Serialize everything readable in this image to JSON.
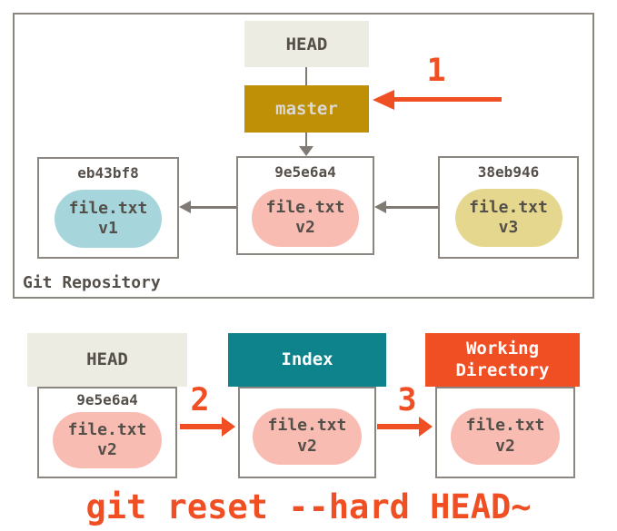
{
  "repository": {
    "label": "Git Repository",
    "head": "HEAD",
    "branch": "master",
    "step1": "1",
    "commits": [
      {
        "hash": "eb43bf8",
        "file": "file.txt",
        "version": "v1"
      },
      {
        "hash": "9e5e6a4",
        "file": "file.txt",
        "version": "v2"
      },
      {
        "hash": "38eb946",
        "file": "file.txt",
        "version": "v3"
      }
    ]
  },
  "snapshot": {
    "head": {
      "title": "HEAD",
      "hash": "9e5e6a4",
      "file": "file.txt",
      "version": "v2"
    },
    "index": {
      "title": "Index",
      "file": "file.txt",
      "version": "v2"
    },
    "working_directory": {
      "title": "Working Directory",
      "file": "file.txt",
      "version": "v2"
    },
    "step2": "2",
    "step3": "3"
  },
  "command": "git reset --hard HEAD~",
  "colors": {
    "accent_red": "#f04e23",
    "branch_gold": "#bf9005",
    "index_teal": "#0f838c",
    "header_light": "#edece3",
    "blob_blue": "#a6d6db",
    "blob_pink": "#f8bcb2",
    "blob_yellow": "#e6d78f",
    "border_gray": "#8b8680",
    "arrow_gray": "#7f7a74",
    "text_dark": "#554f49"
  }
}
